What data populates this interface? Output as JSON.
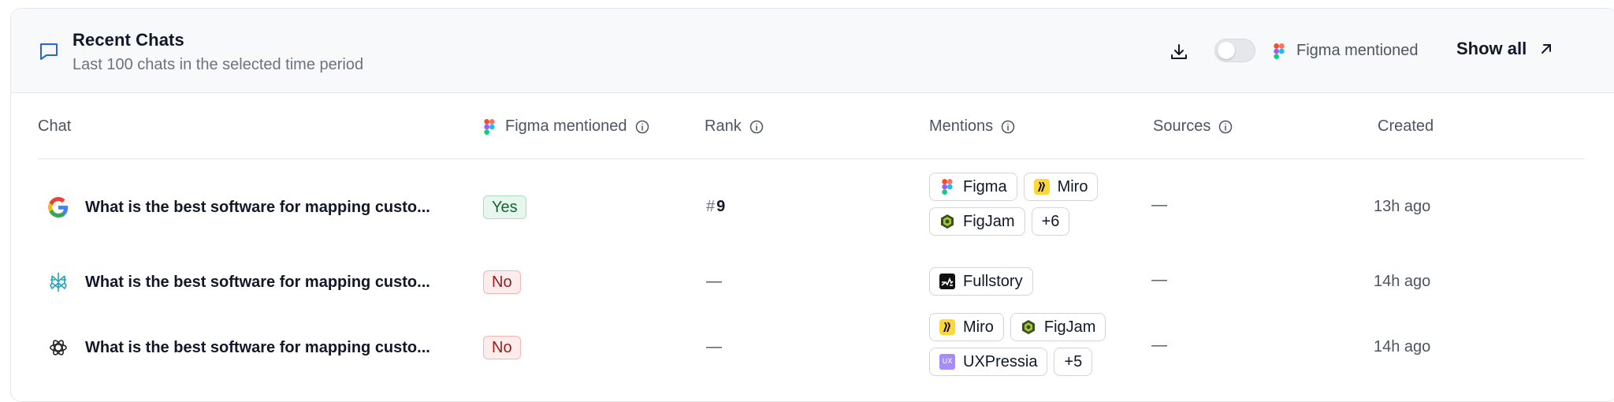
{
  "header": {
    "title": "Recent Chats",
    "subtitle": "Last 100 chats in the selected time period",
    "filter_label": "Figma mentioned",
    "toggle_on": false,
    "show_all_label": "Show all"
  },
  "columns": {
    "chat": "Chat",
    "figma_mentioned": "Figma mentioned",
    "rank": "Rank",
    "mentions": "Mentions",
    "sources": "Sources",
    "created": "Created"
  },
  "rows": [
    {
      "source_icon": "google-icon",
      "chat": "What is the best software for mapping custo...",
      "figma_mentioned": "Yes",
      "rank_hash": "#",
      "rank": "9",
      "mentions": [
        {
          "name": "Figma",
          "icon": "figma-logo"
        },
        {
          "name": "Miro",
          "icon": "miro-logo"
        },
        {
          "name": "FigJam",
          "icon": "figjam-logo"
        },
        {
          "name": "+6",
          "icon": ""
        }
      ],
      "sources": "—",
      "created": "13h ago"
    },
    {
      "source_icon": "perplexity-icon",
      "chat": "What is the best software for mapping custo...",
      "figma_mentioned": "No",
      "rank": "—",
      "mentions": [
        {
          "name": "Fullstory",
          "icon": "fullstory-logo"
        }
      ],
      "sources": "—",
      "created": "14h ago"
    },
    {
      "source_icon": "chatgpt-icon",
      "chat": "What is the best software for mapping custo...",
      "figma_mentioned": "No",
      "rank": "—",
      "mentions": [
        {
          "name": "Miro",
          "icon": "miro-logo"
        },
        {
          "name": "FigJam",
          "icon": "figjam-logo"
        },
        {
          "name": "UXPressia",
          "icon": "uxpressia-logo",
          "abbr": "UX"
        },
        {
          "name": "+5",
          "icon": ""
        }
      ],
      "sources": "—",
      "created": "14h ago"
    }
  ],
  "colors": {
    "yes_bg": "#e8f7ee",
    "no_bg": "#fdecec",
    "accent": "#2563eb",
    "miro_yellow": "#fdd835",
    "uxpressia_purple": "#a78bfa"
  }
}
